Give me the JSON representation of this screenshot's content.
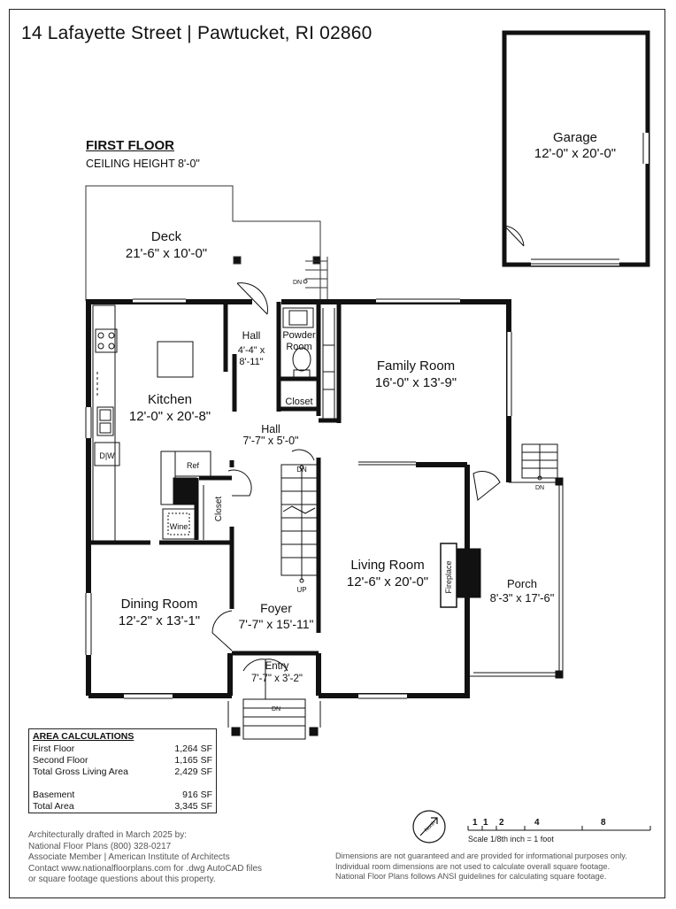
{
  "header": {
    "title": "14 Lafayette Street | Pawtucket, RI 02860"
  },
  "floor": {
    "name": "FIRST FLOOR",
    "ceiling": "CEILING HEIGHT 8'-0\""
  },
  "rooms": {
    "garage": {
      "name": "Garage",
      "dims": "12'-0\" x 20'-0\""
    },
    "deck": {
      "name": "Deck",
      "dims": "21'-6\" x 10'-0\""
    },
    "hall_upper": {
      "name": "Hall",
      "dims1": "4'-4\" x",
      "dims2": "8'-11\""
    },
    "powder_room": {
      "line1": "Powder",
      "line2": "Room"
    },
    "closet_upper": {
      "name": "Closet"
    },
    "family_room": {
      "name": "Family Room",
      "dims": "16'-0\" x 13'-9\""
    },
    "kitchen": {
      "name": "Kitchen",
      "dims": "12'-0\" x 20'-8\""
    },
    "hall_middle": {
      "name": "Hall",
      "dims": "7'-7\" x 5'-0\""
    },
    "ref": {
      "name": "Ref"
    },
    "wine": {
      "name": "Wine"
    },
    "closet_lower": {
      "name": "Closet"
    },
    "dw": {
      "name": "D|W"
    },
    "living_room": {
      "name": "Living Room",
      "dims": "12'-6\" x 20'-0\""
    },
    "fireplace": {
      "name": "Fireplace"
    },
    "porch": {
      "name": "Porch",
      "dims": "8'-3\" x 17'-6\""
    },
    "dining_room": {
      "name": "Dining Room",
      "dims": "12'-2\" x 13'-1\""
    },
    "foyer": {
      "name": "Foyer",
      "dims": "7'-7\" x 15'-11\""
    },
    "entry": {
      "name": "Entry",
      "dims": "7'-7\" x 3'-2\""
    }
  },
  "stairs": {
    "dn": "DN",
    "up": "UP"
  },
  "area_calculations": {
    "heading": "AREA CALCULATIONS",
    "rows": [
      {
        "label": "First Floor",
        "value": "1,264 SF"
      },
      {
        "label": "Second Floor",
        "value": "1,165 SF"
      },
      {
        "label": "Total Gross Living Area",
        "value": "2,429 SF"
      },
      {
        "label": "Basement",
        "value": "916 SF"
      },
      {
        "label": "Total Area",
        "value": "3,345 SF"
      }
    ]
  },
  "credits": {
    "line1": "Architecturally drafted in March 2025 by:",
    "line2": "National Floor Plans   (800) 328-0217",
    "line3": "Associate Member | American Institute of Architects",
    "line4": "Contact www.nationalfloorplans.com for .dwg AutoCAD files",
    "line5": "or square footage questions about this property."
  },
  "compass": {
    "label": "North"
  },
  "scale": {
    "ticks": [
      "1",
      "1",
      "2",
      "4",
      "8"
    ],
    "label": "Scale 1/8th inch = 1 foot"
  },
  "disclaimer": {
    "line1": "Dimensions are not guaranteed and are provided for informational purposes only.",
    "line2": "Individual room dimensions are not used to calculate overall square footage.",
    "line3": "National Floor Plans follows ANSI guidelines for calculating square footage."
  }
}
